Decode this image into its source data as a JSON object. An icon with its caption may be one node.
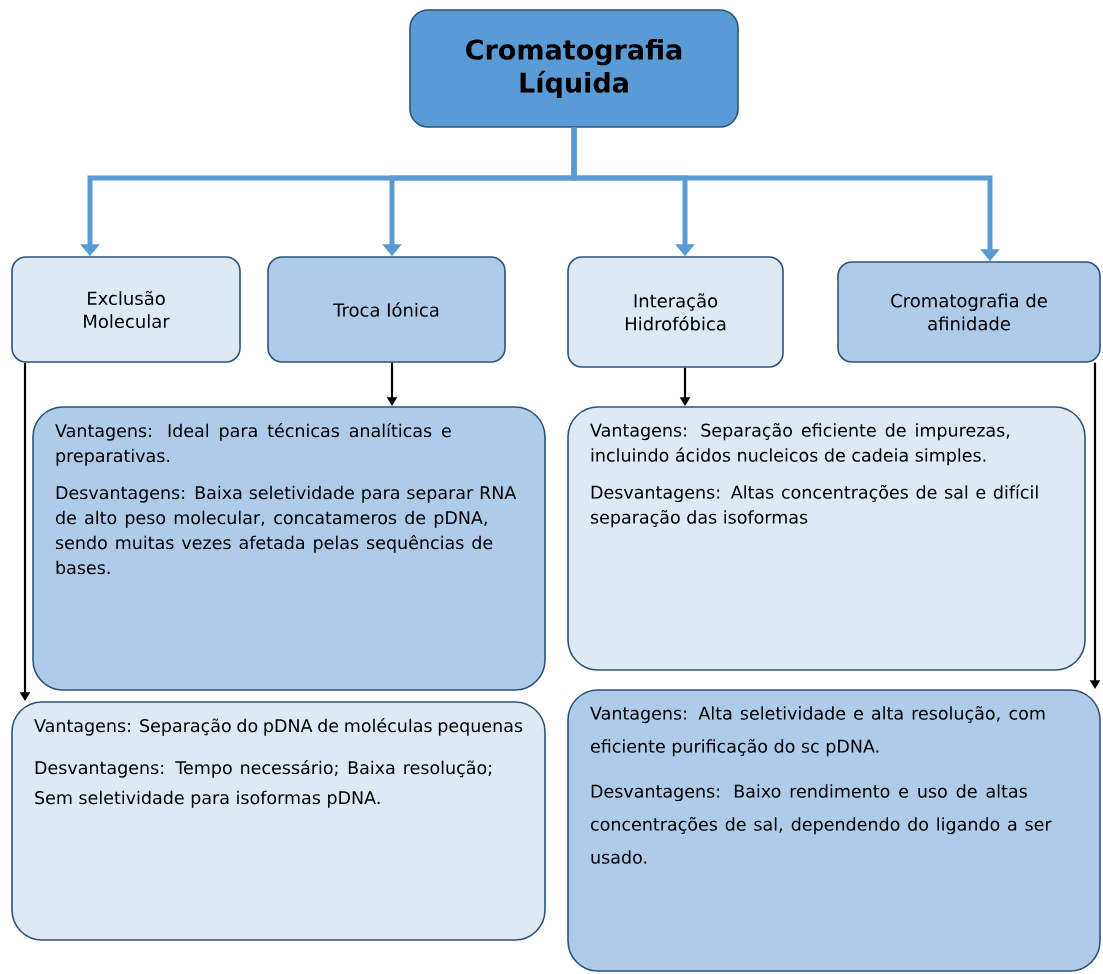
{
  "diagram": {
    "nodes": [
      {
        "text": [
          "Cromatografia Líquida"
        ]
      },
      {
        "text": [
          "Exclusão Molecular"
        ]
      },
      {
        "text": [
          "Troca Iónica"
        ]
      },
      {
        "text": [
          "Interação Hidrofóbica"
        ]
      },
      {
        "text": [
          "Cromatografia de afinidade"
        ]
      },
      {
        "text": [
          "Vantagens: Ideal para técnicas analíticas e preparativas.",
          "Desvantagens: Baixa seletividade para separar RNA de alto peso molecular, concatameros de pDNA, sendo muitas vezes afetada pelas sequências de bases."
        ]
      },
      {
        "text": [
          "Vantagens: Separação eficiente de impurezas, incluindo ácidos nucleicos de cadeia simples.",
          "Desvantagens: Altas concentrações de sal e difícil separação das isoformas"
        ]
      },
      {
        "text": [
          "Vantagens: Separação do pDNA de moléculas pequenas",
          "Desvantagens: Tempo necessário; Baixa resolução; Sem seletividade para isoformas pDNA."
        ]
      },
      {
        "text": [
          "Vantagens: Alta seletividade e alta resolução, com eficiente purificação do sc pDNA.",
          "Desvantagens: Baixo rendimento e uso de altas concentrações de sal, dependendo do ligando a ser usado."
        ]
      }
    ],
    "edges": [
      {
        "from": 0,
        "to": 1,
        "arrow": "to",
        "style": "thick",
        "color": "#5b9bd5"
      },
      {
        "from": 0,
        "to": 2,
        "arrow": "to",
        "style": "thick",
        "color": "#5b9bd5"
      },
      {
        "from": 0,
        "to": 3,
        "arrow": "to",
        "style": "thick",
        "color": "#5b9bd5"
      },
      {
        "from": 0,
        "to": 4,
        "arrow": "to",
        "style": "thick",
        "color": "#5b9bd5"
      },
      {
        "from": 2,
        "to": 5,
        "arrow": "to",
        "color": "#000000"
      },
      {
        "from": 3,
        "to": 6,
        "arrow": "to",
        "color": "#000000"
      },
      {
        "from": 1,
        "to": 7,
        "arrow": "to",
        "color": "#000000"
      },
      {
        "from": 4,
        "to": 8,
        "arrow": "to",
        "color": "#000000"
      }
    ]
  }
}
